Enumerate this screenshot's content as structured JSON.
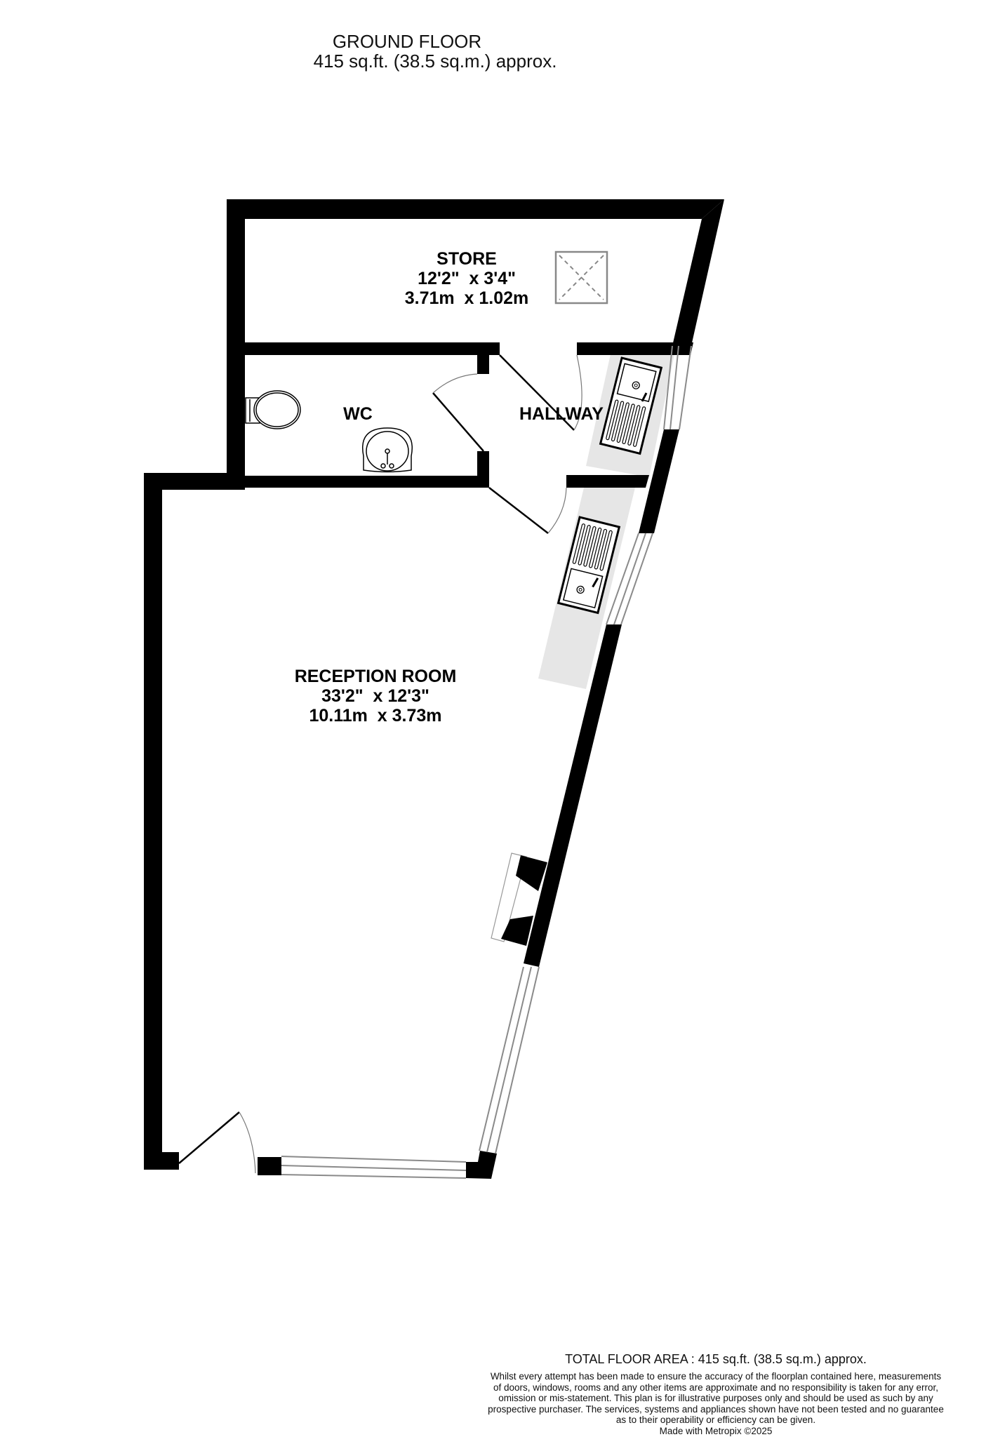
{
  "header": {
    "floor_name": "GROUND FLOOR",
    "floor_area": "415 sq.ft. (38.5 sq.m.) approx."
  },
  "rooms": [
    {
      "name": "STORE",
      "dims_imperial": "12'2\"  x 3'4\"",
      "dims_metric": "3.71m  x 1.02m"
    },
    {
      "name": "WC"
    },
    {
      "name": "HALLWAY"
    },
    {
      "name": "RECEPTION ROOM",
      "dims_imperial": "33'2\"  x 12'3\"",
      "dims_metric": "10.11m  x 3.73m"
    }
  ],
  "fixtures": [
    "skylight-icon",
    "toilet-icon",
    "wash-basin-icon",
    "sink-drainer-icon",
    "sink-drainer-icon",
    "fireplace-icon",
    "door-swing-icon",
    "window-icon"
  ],
  "colors": {
    "wall": "#000000",
    "worktop": "#e6e6e6",
    "window_line": "#8a8a8a",
    "background": "#ffffff"
  },
  "footer": {
    "total_area": "TOTAL FLOOR AREA : 415 sq.ft. (38.5 sq.m.) approx.",
    "disclaimer_lines": [
      "Whilst every attempt has been made to ensure the accuracy of the floorplan contained here, measurements",
      "of doors, windows, rooms and any other items are approximate and no responsibility is taken for any error,",
      "omission or mis-statement. This plan is for illustrative purposes only and should be used as such by any",
      "prospective purchaser. The services, systems and appliances shown have not been tested and no guarantee",
      "as to their operability or efficiency can be given."
    ],
    "credit": "Made with Metropix ©2025"
  }
}
